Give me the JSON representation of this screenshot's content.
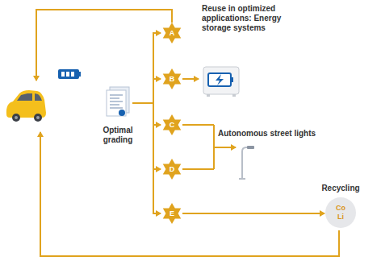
{
  "diagram": {
    "nodes": [
      {
        "text": [
          "Optimal grading"
        ]
      },
      {
        "text": [
          "A"
        ]
      },
      {
        "text": [
          "B"
        ]
      },
      {
        "text": [
          "C"
        ]
      },
      {
        "text": [
          "D"
        ]
      },
      {
        "text": [
          "E"
        ]
      },
      {
        "text": [
          "Recycling",
          "Co Li"
        ]
      }
    ],
    "edges": [
      {
        "from": 0,
        "to": 1,
        "arrow": "to"
      },
      {
        "from": 0,
        "to": 2,
        "arrow": "to"
      },
      {
        "from": 0,
        "to": 3,
        "arrow": "to"
      },
      {
        "from": 0,
        "to": 4,
        "arrow": "to"
      },
      {
        "from": 0,
        "to": 5,
        "arrow": "to"
      },
      {
        "from": 5,
        "to": 6,
        "arrow": "to"
      }
    ],
    "labels": [
      "Reuse in optimized applications: Energy storage systems",
      "Autonomous street lights"
    ]
  }
}
